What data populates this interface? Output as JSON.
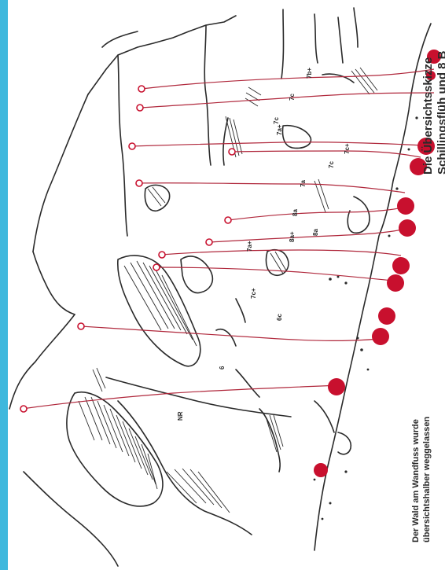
{
  "title": {
    "line1": "Die Übersichtsskizze",
    "line2": "Schillingsflüh und 8 B"
  },
  "caption": {
    "line1": "Der Wald am Wandfuss wurde",
    "line2": "übersichtshalber weggelassen"
  },
  "route_grades": [
    "7b+",
    "7c",
    "7c+",
    "7c",
    "7a+",
    "7c",
    "7a",
    "8a+",
    "8a",
    "8a",
    "7a+",
    "7c+",
    "6c",
    "6",
    "NR"
  ],
  "colors": {
    "accent_red": "#c8102e",
    "route_line": "#b0283c",
    "ink": "#2a2a2a",
    "strip": "#3fb8dd"
  }
}
